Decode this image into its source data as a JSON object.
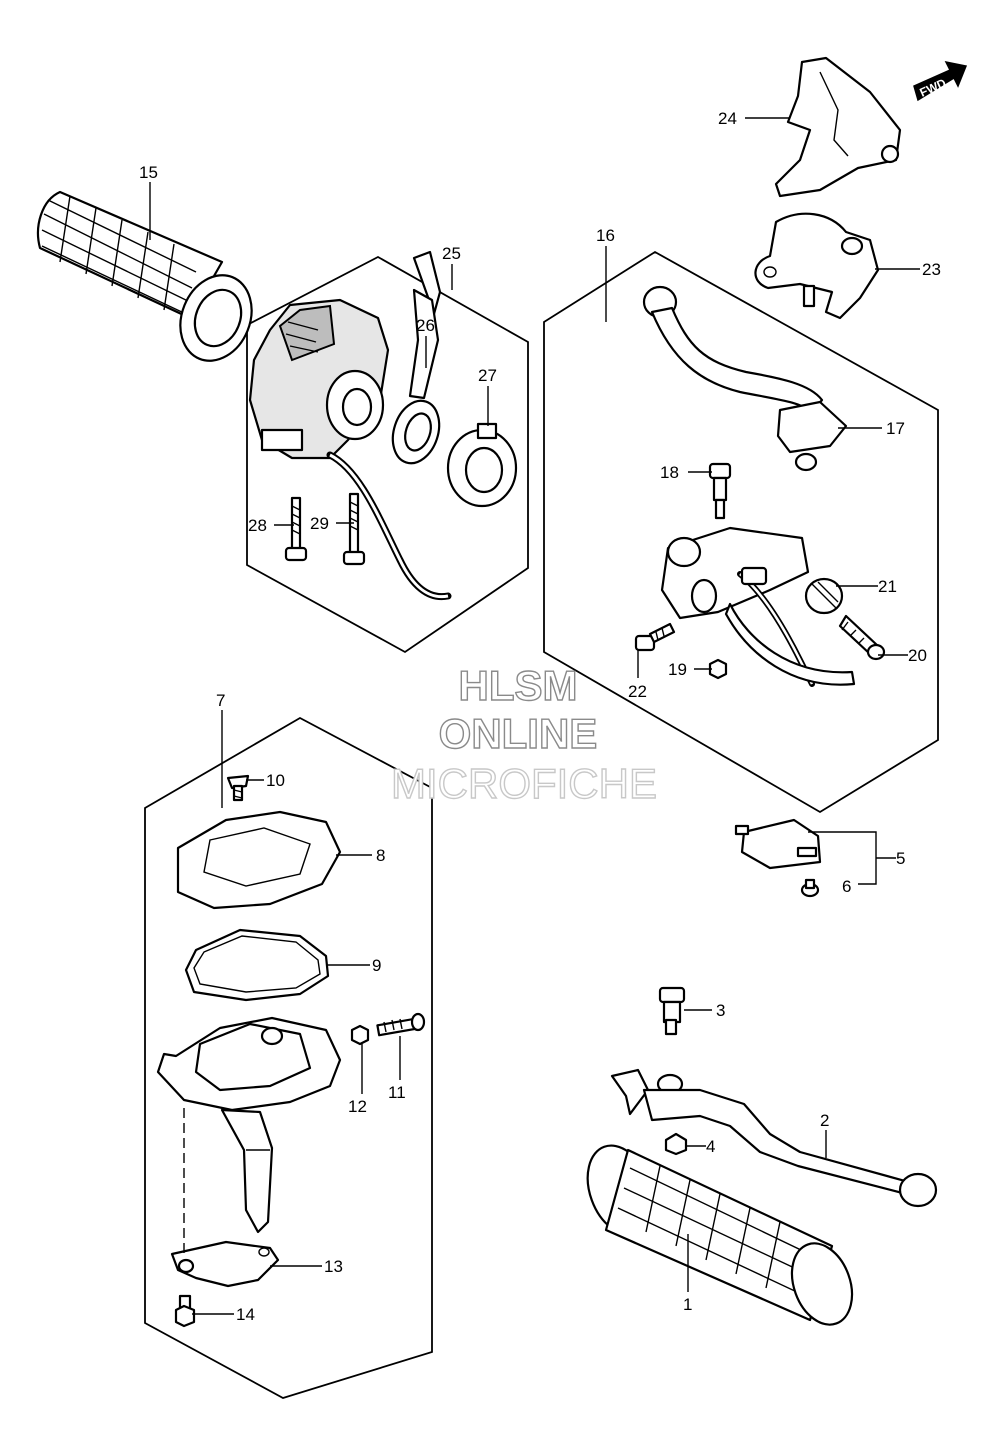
{
  "watermark": {
    "line1": "HLSM",
    "line2": "ONLINE",
    "line3": "MICROFICHE"
  },
  "direction_arrow": {
    "label": "FWD",
    "icon": "fwd-arrow-icon"
  },
  "callouts": {
    "c1": "1",
    "c2": "2",
    "c3": "3",
    "c4": "4",
    "c5": "5",
    "c6": "6",
    "c7": "7",
    "c8": "8",
    "c9": "9",
    "c10": "10",
    "c11": "11",
    "c12": "12",
    "c13": "13",
    "c14": "14",
    "c15": "15",
    "c16": "16",
    "c17": "17",
    "c18": "18",
    "c19": "19",
    "c20": "20",
    "c21": "21",
    "c22": "22",
    "c23": "23",
    "c24": "24",
    "c25": "25",
    "c26": "26",
    "c27": "27",
    "c28": "28",
    "c29": "29"
  }
}
